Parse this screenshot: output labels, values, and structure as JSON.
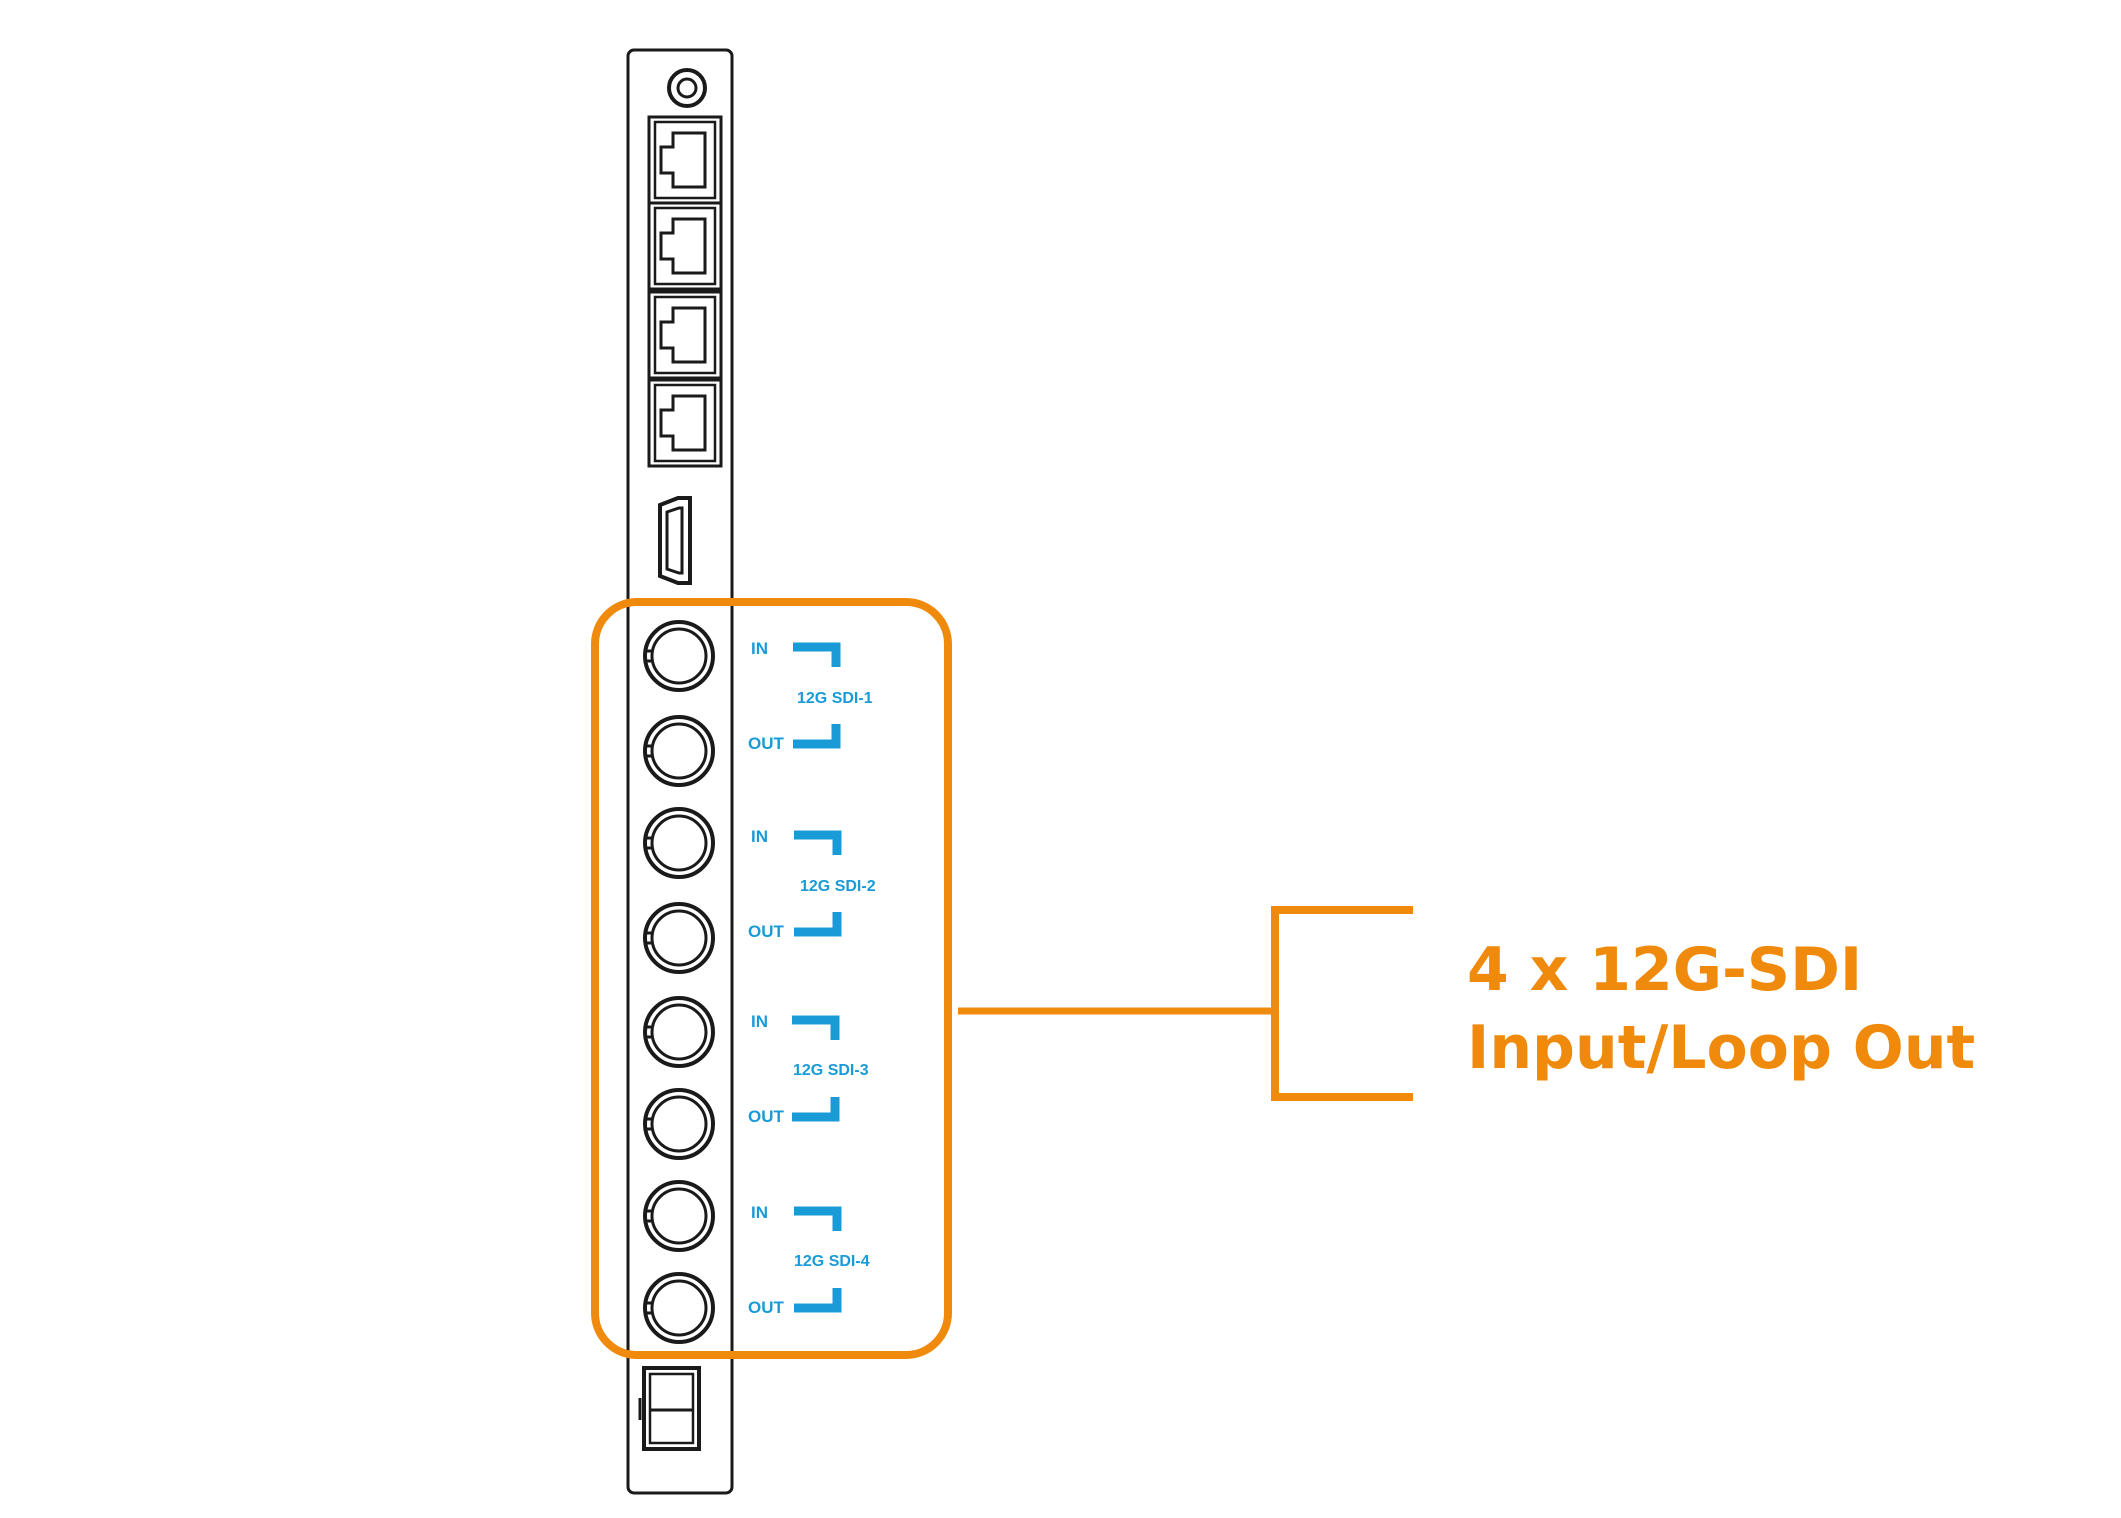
{
  "ports": [
    {
      "in_label": "IN",
      "out_label": "OUT",
      "name": "12G SDI-1"
    },
    {
      "in_label": "IN",
      "out_label": "OUT",
      "name": "12G SDI-2"
    },
    {
      "in_label": "IN",
      "out_label": "OUT",
      "name": "12G SDI-3"
    },
    {
      "in_label": "IN",
      "out_label": "OUT",
      "name": "12G SDI-4"
    }
  ],
  "callout": {
    "line1": "4 x 12G-SDI",
    "line2": "Input/Loop Out"
  },
  "colors": {
    "accent": "#F08A0C",
    "label_blue": "#1A9BD7",
    "outline": "#1a1a1a"
  }
}
